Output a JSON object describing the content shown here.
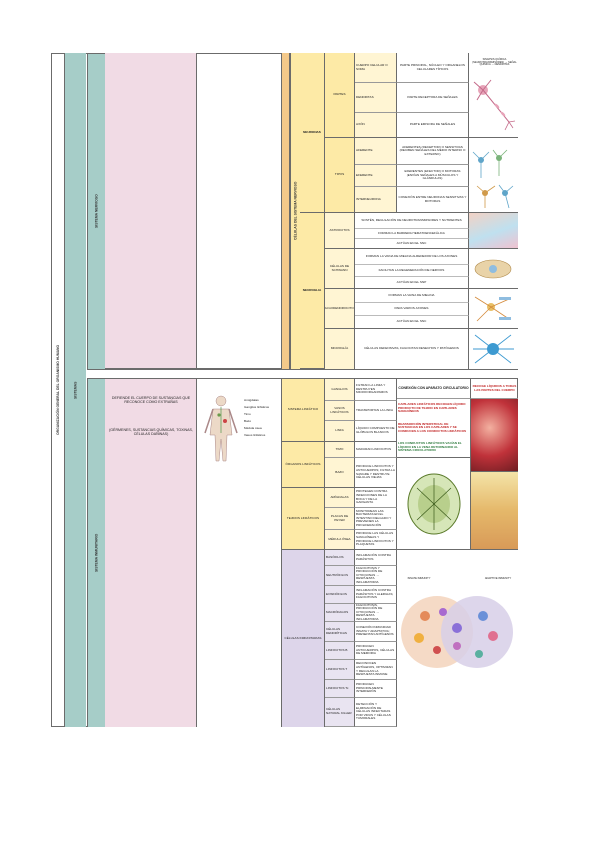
{
  "outer": {
    "title": "ORGANIZACIÓN GENERAL DEL ORGANISMO HUMANO",
    "sistemas": "SISTEMAS"
  },
  "nervioso": {
    "label": "SISTEMA NERVIOSO",
    "celulas_label": "CÉLULAS DEL SISTEMA NERVIOSO",
    "neuronas": {
      "label": "NEURONAS",
      "partes_label": "PARTES",
      "partes": [
        {
          "name": "CUERPO CELULAR O SOMA",
          "desc": "PARTE PRINCIPAL, NÚCLEO Y ORGANELOS CELULARES TÍPICOS"
        },
        {
          "name": "DENDRITAS",
          "desc": "PARTE RECEPTORA DE SEÑALES"
        },
        {
          "name": "AXÓN",
          "desc": "PARTE EMISORA DE SEÑALES"
        }
      ],
      "tipos_label": "TIPOS",
      "tipos": [
        {
          "name": "AFERENTE",
          "desc": "AFERENTES (RECEPTOR) O SENSITIVAS (RECIBEN SEÑALES DEL MEDIO INTERNO O EXTERNO)"
        },
        {
          "name": "EFERENTE",
          "desc": "EFERENTES (EFECTOR) O MOTORAS (ENVÍAN SEÑALES A MÚSCULOS Y GLÁNDULAS)"
        },
        {
          "name": "INTERNEURONA",
          "desc": "CONEXIÓN ENTRE NEURONAS SENSITIVAS Y MOTORAS"
        }
      ],
      "image_caption": "SINAPSIS QUÍMICA (NEUROTRANSMISORES) → SEÑAL QUÍMICA → DENDRITAS"
    },
    "neuroglia": {
      "label": "NEUROGLIA",
      "astrocitos": {
        "label": "ASTROCITOS",
        "rows": [
          "SOSTÉN, REGULACIÓN DE NEUROTRANSMISORES Y NUTRIENTES",
          "FORMAN LA BARRERA HEMATOENCEFÁLICA",
          "ACTÚAN EN EL SNC"
        ]
      },
      "schwann": {
        "label": "CÉLULAS DE SCHWANN",
        "rows": [
          "FORMAN LA VAINA DE MIELINA ALREDEDOR DE LOS AXONES",
          "FACILITAN LA REGENERACIÓN DE NERVIOS",
          "ACTÚAN EN EL SNP"
        ]
      },
      "oligo": {
        "label": "OLIGODENDROCITOS",
        "rows": [
          "FORMAN LA VAINA DE MIELINA",
          "PARA VARIOS AXONES",
          "ACTÚAN EN EL SNC"
        ]
      },
      "microglia": {
        "label": "MICROGLÍA",
        "rows": [
          "CÉLULAS DEFENSIVAS, FAGOCITAN DESECHOS Y PATÓGENOS"
        ]
      }
    }
  },
  "inmunitario": {
    "label": "SISTEMA INMUNITARIO",
    "pink_desc1": "DEFIENDE EL CUERPO DE SUSTANCIAS QUE RECONOCE COMO EXTRAÑAS",
    "pink_desc2": "(GÉRMENES, SUSTANCIAS QUÍMICAS, TOXINAS, CÉLULAS DAÑINAS)",
    "body_labels": [
      "Amígdalas",
      "Ganglios linfáticos",
      "Timo",
      "Bazo",
      "Médula ósea",
      "Vasos linfáticos"
    ],
    "linfatico": {
      "label": "SISTEMA LINFÁTICO",
      "rows": [
        {
          "name": "GANGLIOS",
          "desc": "FILTRAN LA LINFA Y DESTRUYEN MICROORGANISMOS"
        },
        {
          "name": "VASOS LINFÁTICOS",
          "desc": "TRANSPORTAN LA LINFA"
        },
        {
          "name": "LINFA",
          "desc": "LÍQUIDO COMPUESTO DE GLÓBULOS BLANCOS"
        }
      ],
      "callouts": [
        {
          "title": "CONEXIÓN CON APARATO CIRCULATORIO",
          "color": "dark"
        },
        {
          "title": "RECOGE LÍQUIDOS A TODAS LAS PARTES DEL CUERPO",
          "color": "red"
        },
        {
          "title": "CAPILARES LINFÁTICOS RECOGEN LÍQUIDO PRODUCTO DE TEJIDO EN CAPILARES SANGUÍNEOS",
          "color": "red"
        },
        {
          "title": "REABSORCIÓN INTERSTICIAL DE SUSTANCIAS EN LOS CAPILARES Y SE CONDUCEN A LOS CONDUCTOS LINFÁTICOS",
          "color": "red"
        },
        {
          "title": "LOS CONDUCTOS LINFÁTICOS VACÍAN EL LÍQUIDO EN LA VENA RETORNANDO AL SISTEMA CIRCULATORIO",
          "color": "green"
        }
      ]
    },
    "organos": {
      "label": "ÓRGANOS LINFÁTICOS",
      "rows": [
        {
          "name": "TIMO",
          "desc": "MADURAN LINFOCITOS"
        },
        {
          "name": "BAZO",
          "desc": "PRODUCE LINFOCITOS Y ANTICUERPOS; FILTRA LA SANGRE Y DESTRUYE CÉLULAS VIEJAS"
        }
      ]
    },
    "tejidos": {
      "label": "TEJIDOS LINFÁTICOS",
      "rows": [
        {
          "name": "AMÍGDALAS",
          "desc": "PROTEGEN CONTRA INFECCIONES DE LA BOCA Y DE LA GARGANTA"
        },
        {
          "name": "PLACAS DE PEYER",
          "desc": "MONITOREAN LAS BACTERIAS EN EL INTESTINO DELGADO Y PREVIENEN LA PROLIFERACIÓN"
        },
        {
          "name": "MÉDULA ÓSEA",
          "desc": "PRODUCE LAS CÉLULAS SANGUÍNEAS Y PRODUCE LINFOCITOS Y PLAQUETAS"
        }
      ]
    },
    "celulas": {
      "label": "CÉLULAS INMUNITARIAS",
      "rows": [
        {
          "name": "BASÓFILOS",
          "desc": "INFLAMACIÓN CONTRA PARÁSITOS"
        },
        {
          "name": "NEUTRÓFILOS",
          "desc": "FAGOCITOSIS Y PRODUCCIÓN DE CITOQUINAS → RESPUESTA INFLAMATORIA"
        },
        {
          "name": "EOSINÓFILOS",
          "desc": "INFLAMACIÓN CONTRA PARÁSITOS Y ALERGIAS; FAGOCITOSIS"
        },
        {
          "name": "MACRÓFAGOS",
          "desc": "FAGOCITOSIS, PRODUCCIÓN DE CITOQUINAS → RESPUESTA INFLAMATORIA"
        },
        {
          "name": "CÉLULAS DENDRÍTICAS",
          "desc": "CONEXIÓN INMUNIDAD INNATA Y ADAPTATIVA; PRESENTAN ANTÍGENOS"
        },
        {
          "name": "LINFOCITOS B",
          "desc": "PRODUCEN ANTICUERPOS, CÉLULAS DE MEMORIA"
        },
        {
          "name": "LINFOCITOS T",
          "desc": "RECONOCEN ANTÍGENOS, OPTIMIZAN Y REGULAN LA RESPUESTA INMUNE"
        },
        {
          "name": "LINFOCITOS Tc",
          "desc": "PRODUCEN PRINCIPALMENTE INTERFERÓN"
        },
        {
          "name": "CÉLULAS NATURAL KILLER",
          "desc": "DETECCIÓN Y ELIMINACIÓN DE CÉLULAS INFECTADAS POR VIRUS Y CÉLULAS TUMORALES"
        }
      ],
      "venn": {
        "left": "INNATE IMMUNITY",
        "right": "ADAPTIVE IMMUNITY"
      }
    }
  }
}
